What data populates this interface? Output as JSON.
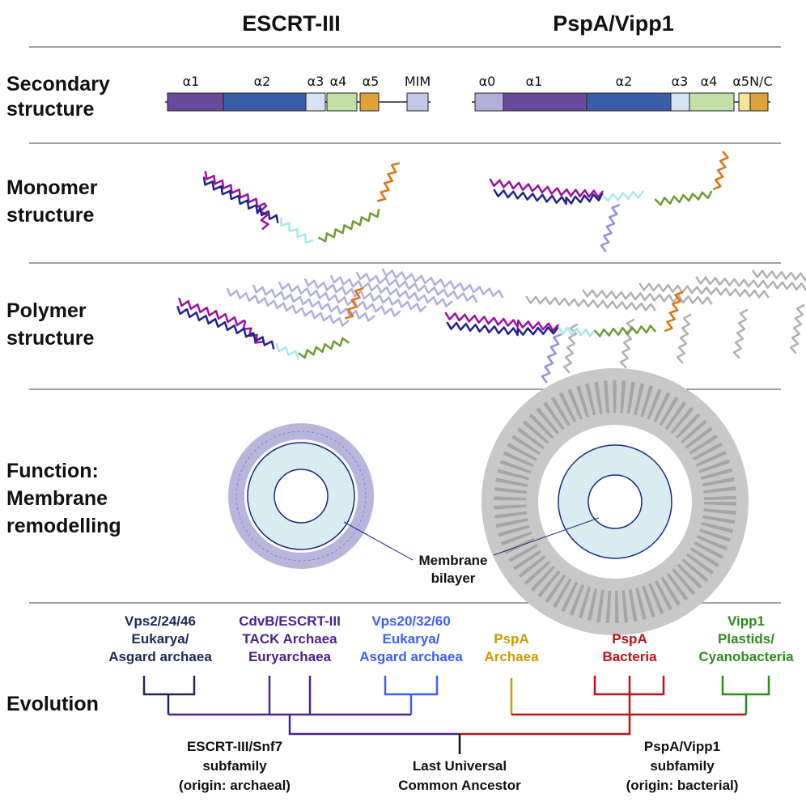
{
  "columns": {
    "left": "ESCRT-III",
    "right": "PspA/Vipp1"
  },
  "rows": {
    "secondary": [
      "Secondary",
      "structure"
    ],
    "monomer": [
      "Monomer",
      "structure"
    ],
    "polymer": [
      "Polymer",
      "structure"
    ],
    "function": [
      "Function:",
      "Membrane",
      "remodelling"
    ],
    "evolution": "Evolution"
  },
  "escrt_domains": [
    {
      "label": "α1",
      "color": "#6a4a9a"
    },
    {
      "label": "α2",
      "color": "#3a5ea8"
    },
    {
      "label": "α3",
      "color": "#d6e3f3"
    },
    {
      "label": "α4",
      "color": "#c3dfa8"
    },
    {
      "label": "α5",
      "color": "#e0a23a"
    },
    {
      "label": "MIM",
      "color": "#c4c8e8"
    }
  ],
  "pspa_domains": [
    {
      "label": "α0",
      "color": "#b3afd8"
    },
    {
      "label": "α1",
      "color": "#6a4a9a"
    },
    {
      "label": "α2",
      "color": "#3a5ea8"
    },
    {
      "label": "α3",
      "color": "#d6e3f3"
    },
    {
      "label": "α4",
      "color": "#c3dfa8"
    },
    {
      "label": "α5N/C",
      "color": "#e0a23a"
    }
  ],
  "membrane_label": [
    "Membrane",
    "bilayer"
  ],
  "evolution": {
    "groups": [
      {
        "lines": [
          "Vps2/24/46",
          "Eukarya/",
          "Asgard archaea"
        ],
        "color": "#1f2a55"
      },
      {
        "lines": [
          "CdvB/ESCRT-III",
          "TACK Archaea",
          "Euryarchaea"
        ],
        "color": "#4b2290"
      },
      {
        "lines": [
          "Vps20/32/60",
          "Eukarya/",
          "Asgard archaea"
        ],
        "color": "#3d5cff"
      },
      {
        "lines": [
          "PspA",
          "Archaea"
        ],
        "color": "#c89a00"
      },
      {
        "lines": [
          "PspA",
          "Bacteria"
        ],
        "color": "#c0101a"
      },
      {
        "lines": [
          "Vipp1",
          "Plastids/",
          "Cyanobacteria"
        ],
        "color": "#2f8a1e"
      }
    ],
    "escrt_subfamily": [
      "ESCRT-III/Snf7",
      "subfamily",
      "(origin: archaeal)"
    ],
    "luca": [
      "Last Universal",
      "Common Ancestor"
    ],
    "pspa_subfamily": [
      "PspA/Vipp1",
      "subfamily",
      "(origin: bacterial)"
    ]
  }
}
